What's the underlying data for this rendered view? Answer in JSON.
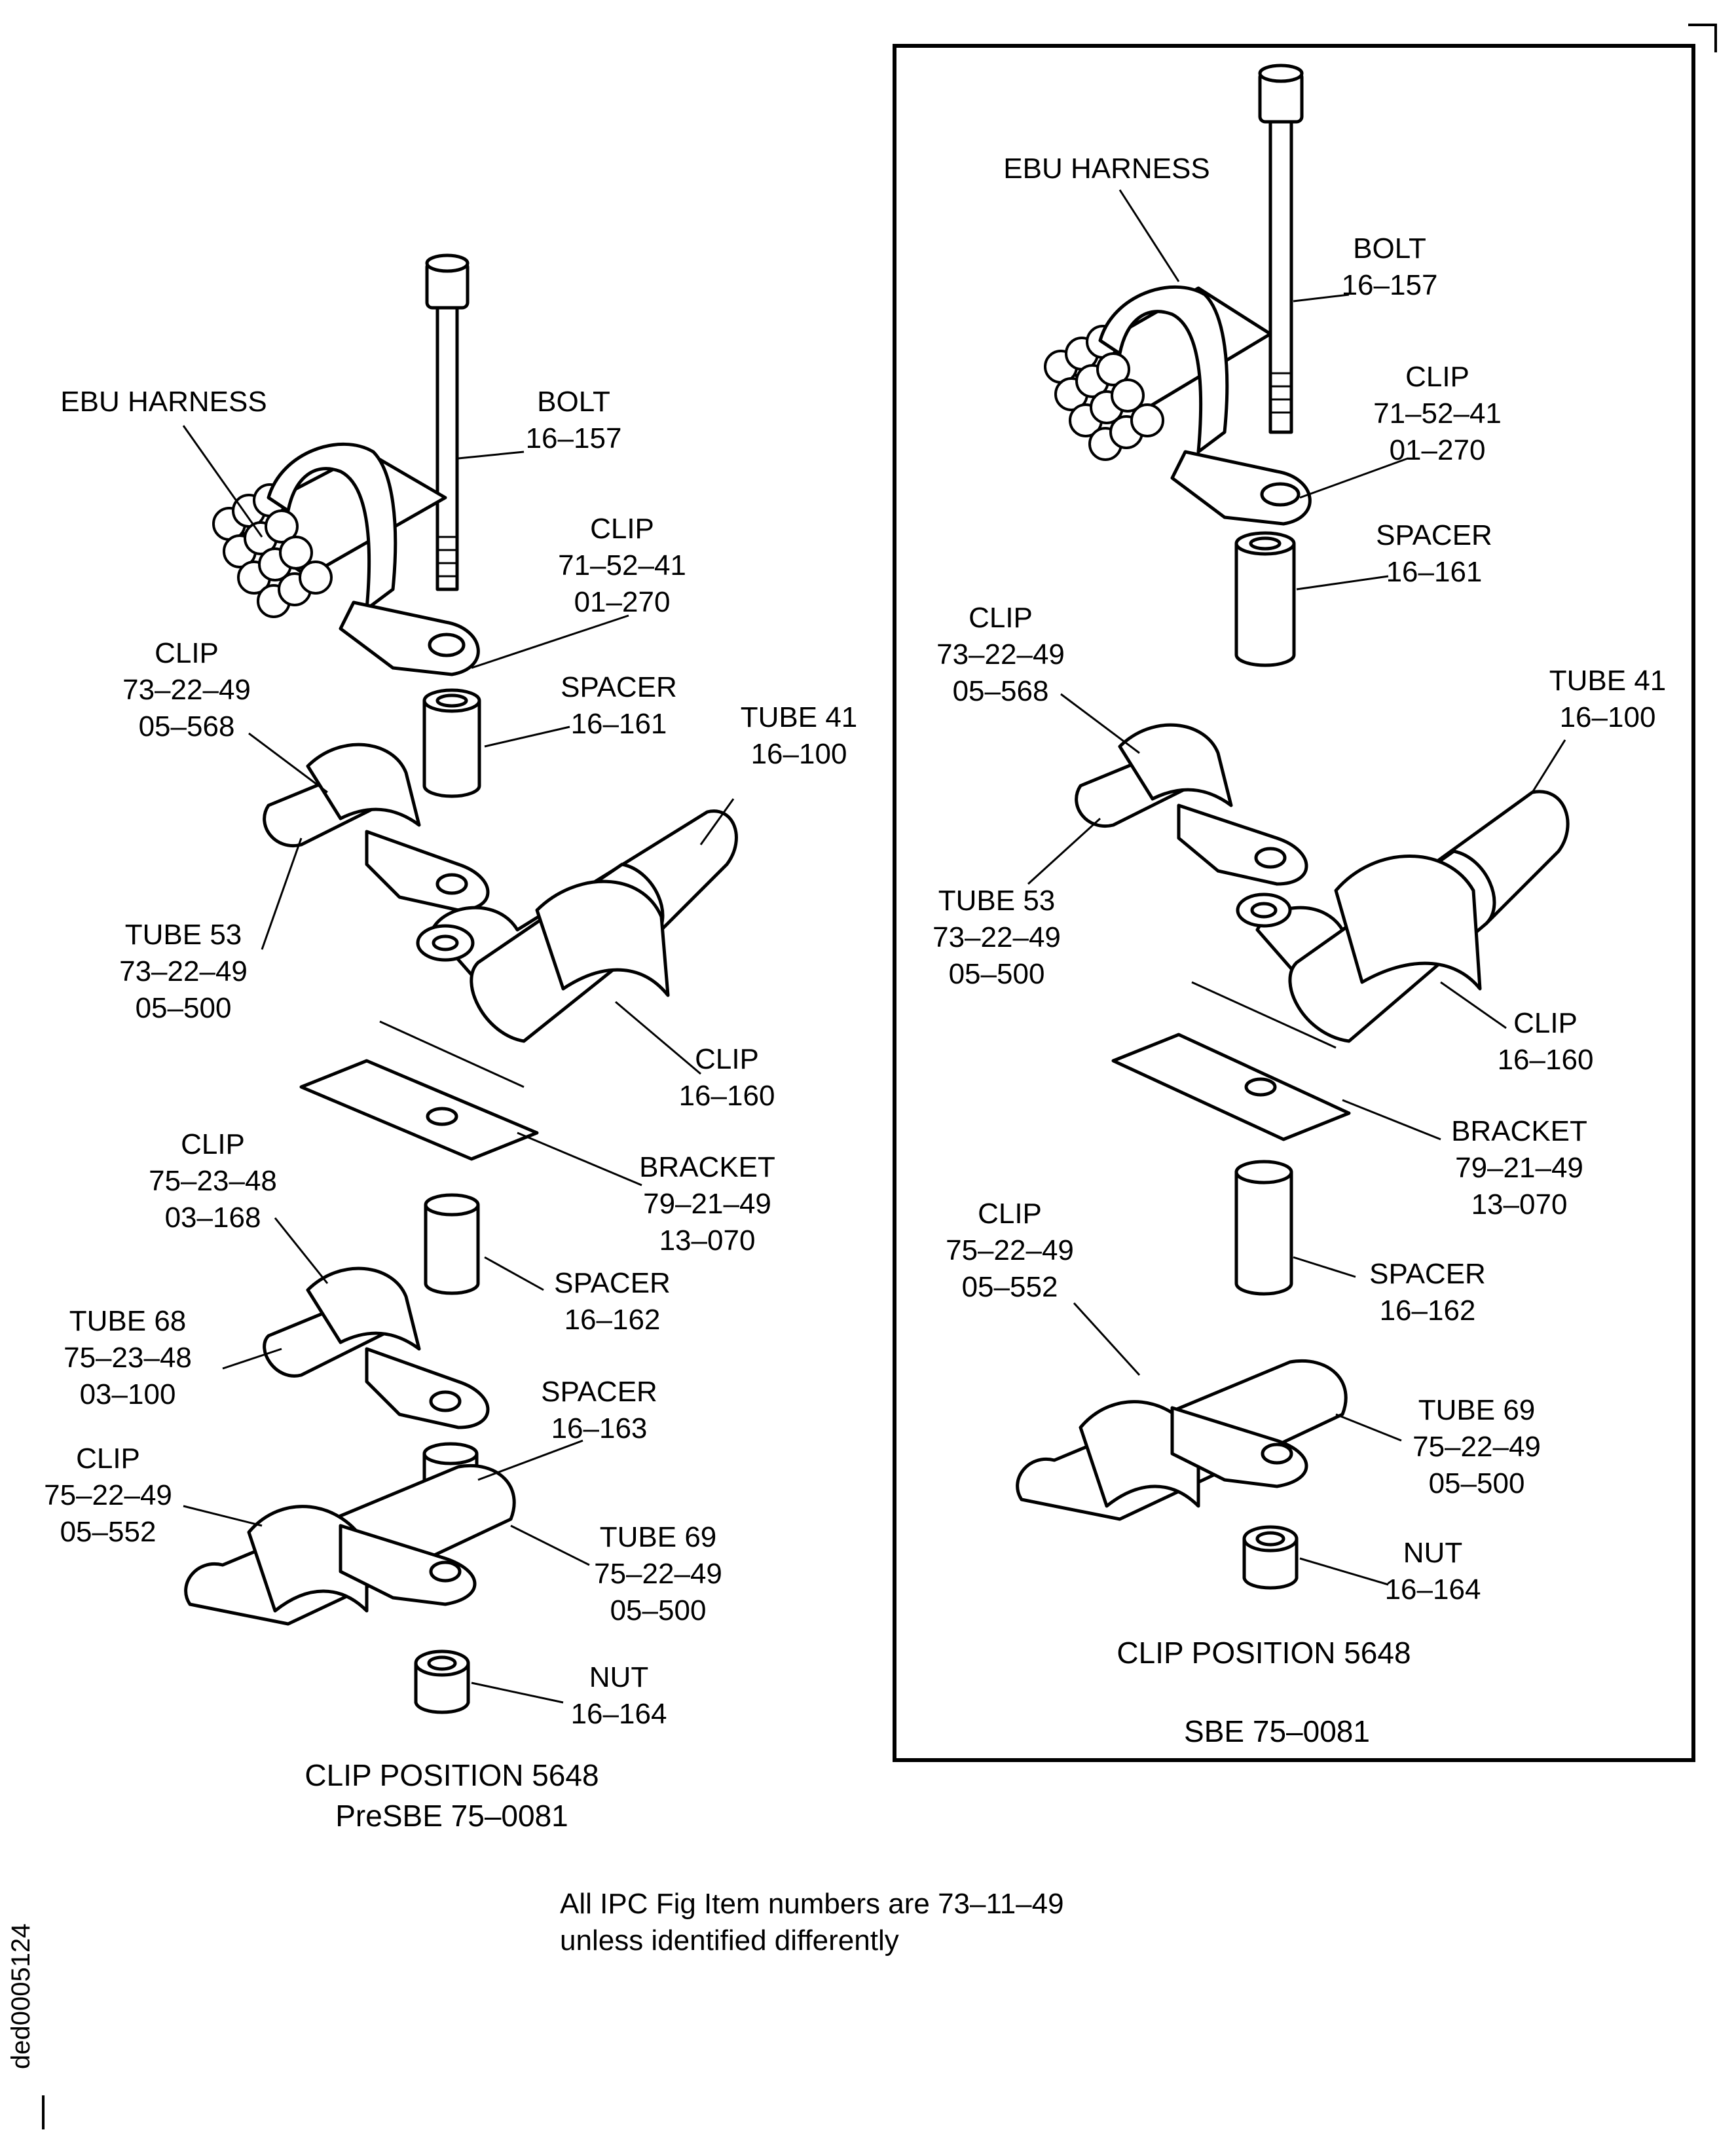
{
  "left_view": {
    "labels": [
      {
        "id": "ebu-harness-label",
        "lines": [
          "EBU HARNESS"
        ]
      },
      {
        "id": "bolt-label",
        "lines": [
          "BOLT",
          "16–157"
        ]
      },
      {
        "id": "clip-71-label",
        "lines": [
          "CLIP",
          "71–52–41",
          "01–270"
        ]
      },
      {
        "id": "clip-73-label",
        "lines": [
          "CLIP",
          "73–22–49",
          "05–568"
        ]
      },
      {
        "id": "spacer-161-label",
        "lines": [
          "SPACER",
          "16–161"
        ]
      },
      {
        "id": "tube-41-label",
        "lines": [
          "TUBE 41",
          "16–100"
        ]
      },
      {
        "id": "tube-53-label",
        "lines": [
          "TUBE 53",
          "73–22–49",
          "05–500"
        ]
      },
      {
        "id": "clip-160-label",
        "lines": [
          "CLIP",
          "16–160"
        ]
      },
      {
        "id": "bracket-label",
        "lines": [
          "BRACKET",
          "79–21–49",
          "13–070"
        ]
      },
      {
        "id": "clip-75-23-label",
        "lines": [
          "CLIP",
          "75–23–48",
          "03–168"
        ]
      },
      {
        "id": "spacer-162-label",
        "lines": [
          "SPACER",
          "16–162"
        ]
      },
      {
        "id": "tube-68-label",
        "lines": [
          "TUBE 68",
          "75–23–48",
          "03–100"
        ]
      },
      {
        "id": "spacer-163-label",
        "lines": [
          "SPACER",
          "16–163"
        ]
      },
      {
        "id": "clip-75-22-label",
        "lines": [
          "CLIP",
          "75–22–49",
          "05–552"
        ]
      },
      {
        "id": "tube-69-label",
        "lines": [
          "TUBE 69",
          "75–22–49",
          "05–500"
        ]
      },
      {
        "id": "nut-label",
        "lines": [
          "NUT",
          "16–164"
        ]
      }
    ],
    "caption": [
      "CLIP POSITION 5648",
      "PreSBE 75–0081"
    ]
  },
  "right_view": {
    "labels": [
      {
        "id": "ebu-harness-label",
        "lines": [
          "EBU HARNESS"
        ]
      },
      {
        "id": "bolt-label",
        "lines": [
          "BOLT",
          "16–157"
        ]
      },
      {
        "id": "clip-71-label",
        "lines": [
          "CLIP",
          "71–52–41",
          "01–270"
        ]
      },
      {
        "id": "spacer-161-label",
        "lines": [
          "SPACER",
          "16–161"
        ]
      },
      {
        "id": "clip-73-label",
        "lines": [
          "CLIP",
          "73–22–49",
          "05–568"
        ]
      },
      {
        "id": "tube-41-label",
        "lines": [
          "TUBE 41",
          "16–100"
        ]
      },
      {
        "id": "tube-53-label",
        "lines": [
          "TUBE 53",
          "73–22–49",
          "05–500"
        ]
      },
      {
        "id": "clip-160-label",
        "lines": [
          "CLIP",
          "16–160"
        ]
      },
      {
        "id": "bracket-label",
        "lines": [
          "BRACKET",
          "79–21–49",
          "13–070"
        ]
      },
      {
        "id": "clip-75-22-label",
        "lines": [
          "CLIP",
          "75–22–49",
          "05–552"
        ]
      },
      {
        "id": "spacer-162-label",
        "lines": [
          "SPACER",
          "16–162"
        ]
      },
      {
        "id": "tube-69-label",
        "lines": [
          "TUBE 69",
          "75–22–49",
          "05–500"
        ]
      },
      {
        "id": "nut-label",
        "lines": [
          "NUT",
          "16–164"
        ]
      }
    ],
    "caption": [
      "CLIP POSITION 5648"
    ],
    "footer": "SBE 75–0081"
  },
  "note": [
    "All IPC Fig Item numbers are 73–11–49",
    "unless identified differently"
  ],
  "figure_code": "ded0005124"
}
